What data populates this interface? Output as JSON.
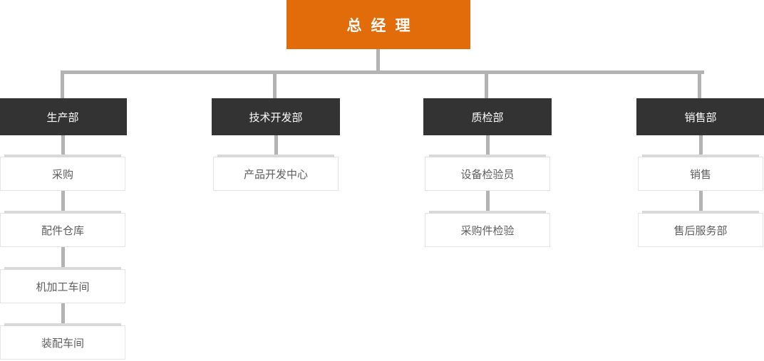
{
  "org": {
    "root": {
      "label": "总经理"
    },
    "departments": [
      {
        "label": "生产部",
        "children": [
          "采购",
          "配件仓库",
          "机加工车间",
          "装配车间"
        ]
      },
      {
        "label": "技术开发部",
        "children": [
          "产品开发中心"
        ]
      },
      {
        "label": "质检部",
        "children": [
          "设备检验员",
          "采购件检验"
        ]
      },
      {
        "label": "销售部",
        "children": [
          "销售",
          "售后服务部"
        ]
      }
    ],
    "colors": {
      "root_bg": "#e26c0a",
      "dept_bg": "#333333",
      "connector": "#b3b3b3",
      "child_border": "#e4e4e4",
      "child_top_bar": "#d9d9d9",
      "child_text": "#5e5e5e"
    }
  }
}
